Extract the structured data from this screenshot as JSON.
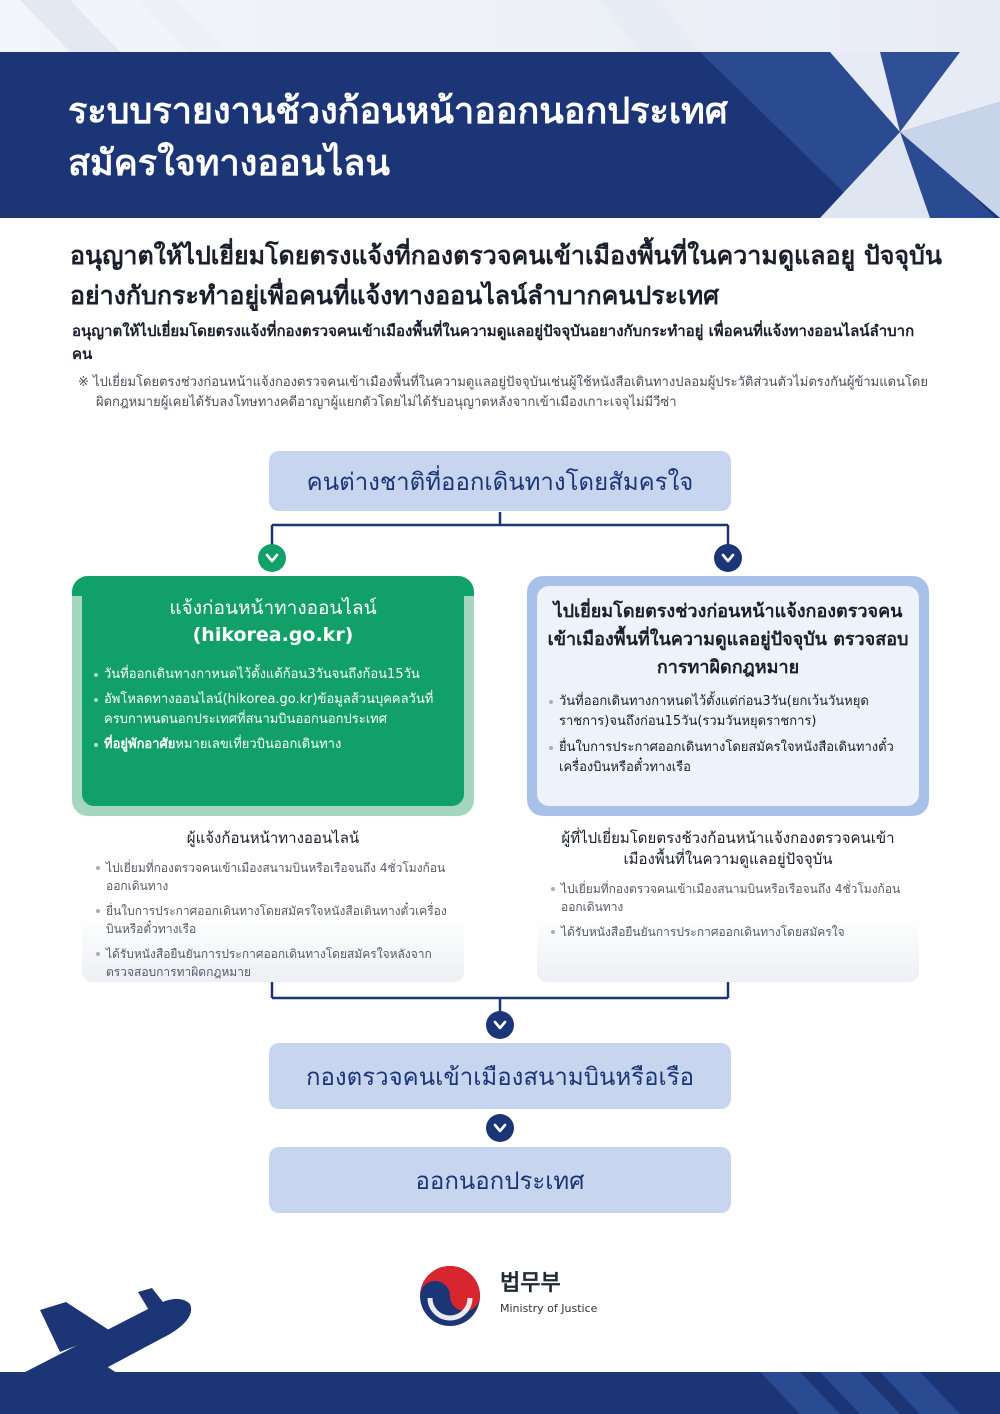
{
  "header": {
    "title": "ระบบรายงานช้วงก้อนหน้าออกนอกประเทศสมัครใจทางออนไลน"
  },
  "intro": {
    "headline": "อนุญาตให้ไปเยี่ยมโดยตรงแจ้งที่กองตรวจคนเข้าเมืองพื้นที่ในความดูแลอยู ปัจจุบันอย่างกับกระทำอยู่เพื่อคนที่แจ้งทางออนไลน์ลำบากคนประเทศ",
    "subhead": "อนุญาตให้ไปเยี่ยมโดยตรงแจ้งที่กองตรวจคนเข้าเมืองพื้นที่ในความดูแลอยู่ปัจจุบันอยางกับกระทำอยู่ เพื่อคนที่แจ้งทางออนไลน์ลำบากคน",
    "note": "※ ไปเยี่ยมโดยตรงช่วงก่อนหน้าแจ้งกองตรวจคนเข้าเมืองพื้นที่ในความดูแลอยู่ปัจจุบันเช่นผู้ใช้หนังสือเดินทางปลอมผู้ประวัติส่วนตัวไม่ตรงกันผู้ข้ามแดนโดยผิดกฎหมายผู้เคยได้รับลงโทษทางคดีอาญาผู้แยกตัวโดยไม่ได้รับอนุญาตหลังจากเข้าเมืองเกาะเจจุไม่มีวีซ่า"
  },
  "flow": {
    "start": "คนต่างชาติที่ออกเดินทางโดยสัมครใจ",
    "office": "กองตรวจคนเข้าเมืองสนามบินหรือเรือ",
    "end": "ออกนอกประเทศ"
  },
  "green_card": {
    "title": "แจ้งก่อนหน้าทางออนไลน์",
    "title2": "(hikorea.go.kr)",
    "items": [
      "วันที่ออกเดินทางกาหนดไว้ตั้งแต้ก้อน3วันจนถึงก้อน15วัน",
      "อัพโหลดทางออนไลน์(hikorea.go.kr)ข้อมูลส้วนบุคคลวันที่ครบกาหนดนอกประเทศที่สนามบินออกนอกประเทศ"
    ],
    "item3_bold": "ที่อยู่พักอาศัย",
    "item3_rest": "หมายเลขเที่ยวบินออกเดินทาง"
  },
  "blue_card": {
    "title": "ไปเยี่ยมโดยตรงช่วงก่อนหน้าแจ้งกองตรวจคนเข้าเมืองพื้นที่ในความดูแลอยู่ปัจจุบัน ตรวจสอบการทาผิดกฎหมาย",
    "items": [
      "วันที่ออกเดินทางกาหนดไว้ตั้งแต่ก่อน3วัน(ยกเว้นวันหยุดราชการ)จนถึงก่อน15วัน(รวมวันหยุดราชการ)",
      "ยื่นใบการประกาศออกเดินทางโดยสมัครใจหนังสือเดินทางตั๋วเครื่องบินหรือตั๋วทางเรือ"
    ]
  },
  "left_panel": {
    "title": "ผู้แจ้งก้อนหน้าทางออนไลน้",
    "items": [
      "ไปเยี่ยมที่กองตรวจคนเข้าเมืองสนามบินหรือเรือจนถึง 4ชั่วโมงก้อนออกเดินทาง",
      "ยื่นใบการประกาศออกเดินทางโดยสมัครใจหนังสือเดินทางตั๋วเครื่องบินหรือตั๋วทางเรือ",
      "ได้รับหนังสือยืนยันการประกาศออกเดินทางโดยสมัครใจหลังจากตรวจสอบการทาผิดกฎหมาย"
    ]
  },
  "right_panel": {
    "title": "ผู้ที่ไปเยี่ยมโดยตรงช้วงก้อนหน้าแจ้งกองตรวจคนเข้าเมืองพื้นที่ในความดูแลอยู่ปัจจุบัน",
    "items": [
      "ไปเยี่ยมที่กองตรวจคนเข้าเมืองสนามบินหรือเรือจนถึง 4ชั่วโมงก้อนออกเดินทาง",
      "ได้รับหนังสือยืนยันการประกาศออกเดินทางโดยสมัครใจ"
    ]
  },
  "footer": {
    "ministry_ko": "법무부",
    "ministry_en": "Ministry of Justice"
  },
  "colors": {
    "navy": "#1b3577",
    "green": "#11a068",
    "light_blue": "#c7d6ee"
  },
  "icons": [
    "check-circle-icon",
    "chevron-down-circle-icon",
    "airplane-icon",
    "taegeuk-logo-icon"
  ]
}
